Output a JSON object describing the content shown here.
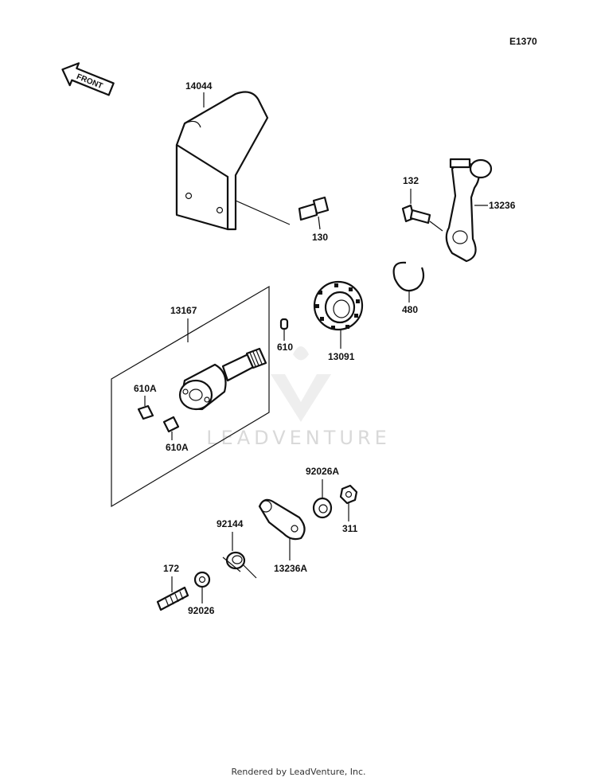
{
  "diagram_code": "E1370",
  "front_label": "FRONT",
  "watermark": "LEADVENTURE",
  "footer": "Rendered by LeadVenture, Inc.",
  "parts": {
    "bracket": "14044",
    "bolt_130": "130",
    "bolt_132": "132",
    "lever": "13236",
    "circlip": "480",
    "bearing": "13091",
    "shaft_assy": "13167",
    "pin_610": "610",
    "pin_610a_upper": "610A",
    "pin_610a_lower": "610A",
    "washer_92026a": "92026A",
    "nut": "311",
    "spring": "92144",
    "lever_small": "13236A",
    "stud": "172",
    "washer_92026": "92026"
  }
}
